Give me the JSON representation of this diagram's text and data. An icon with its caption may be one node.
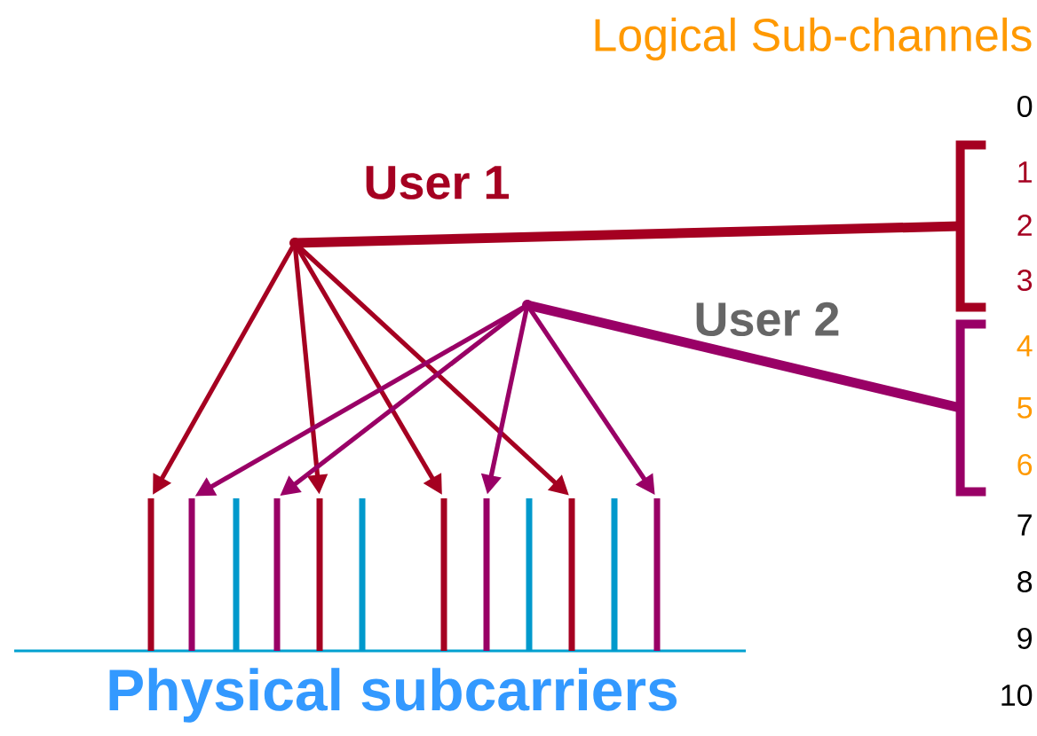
{
  "diagram": {
    "nodes": [
      {
        "text": [],
        "shape": "point"
      },
      {
        "text": [],
        "shape": "point"
      },
      {
        "text": [],
        "shape": "bracket"
      },
      {
        "text": [],
        "shape": "bracket"
      },
      {
        "text": [],
        "shape": "bar"
      },
      {
        "text": [],
        "shape": "bar"
      },
      {
        "text": [],
        "shape": "bar"
      },
      {
        "text": [],
        "shape": "bar"
      },
      {
        "text": [],
        "shape": "bar"
      },
      {
        "text": [],
        "shape": "bar"
      },
      {
        "text": [],
        "shape": "bar"
      },
      {
        "text": [],
        "shape": "bar"
      },
      {
        "text": [],
        "shape": "bar"
      },
      {
        "text": [],
        "shape": "bar"
      },
      {
        "text": [],
        "shape": "bar"
      },
      {
        "text": [],
        "shape": "bar"
      }
    ],
    "edges": [
      {
        "from": 0,
        "to": 2,
        "arrow": "none",
        "style": "thick",
        "color": "#a50021"
      },
      {
        "from": 1,
        "to": 3,
        "arrow": "none",
        "style": "thick",
        "color": "#990066"
      },
      {
        "from": 0,
        "to": 4,
        "arrow": "to",
        "color": "#a50021"
      },
      {
        "from": 0,
        "to": 8,
        "arrow": "to",
        "color": "#a50021"
      },
      {
        "from": 0,
        "to": 10,
        "arrow": "to",
        "color": "#a50021"
      },
      {
        "from": 0,
        "to": 13,
        "arrow": "to",
        "color": "#a50021"
      },
      {
        "from": 1,
        "to": 5,
        "arrow": "to",
        "color": "#990066"
      },
      {
        "from": 1,
        "to": 7,
        "arrow": "to",
        "color": "#990066"
      },
      {
        "from": 1,
        "to": 11,
        "arrow": "to",
        "color": "#990066"
      },
      {
        "from": 1,
        "to": 15,
        "arrow": "to",
        "color": "#990066"
      }
    ],
    "labels": [
      "Logical Sub-channels",
      "User 1",
      "User 2",
      "0",
      "1",
      "2",
      "3",
      "4",
      "5",
      "6",
      "7",
      "8",
      "9",
      "10",
      "Physical subcarriers"
    ]
  }
}
